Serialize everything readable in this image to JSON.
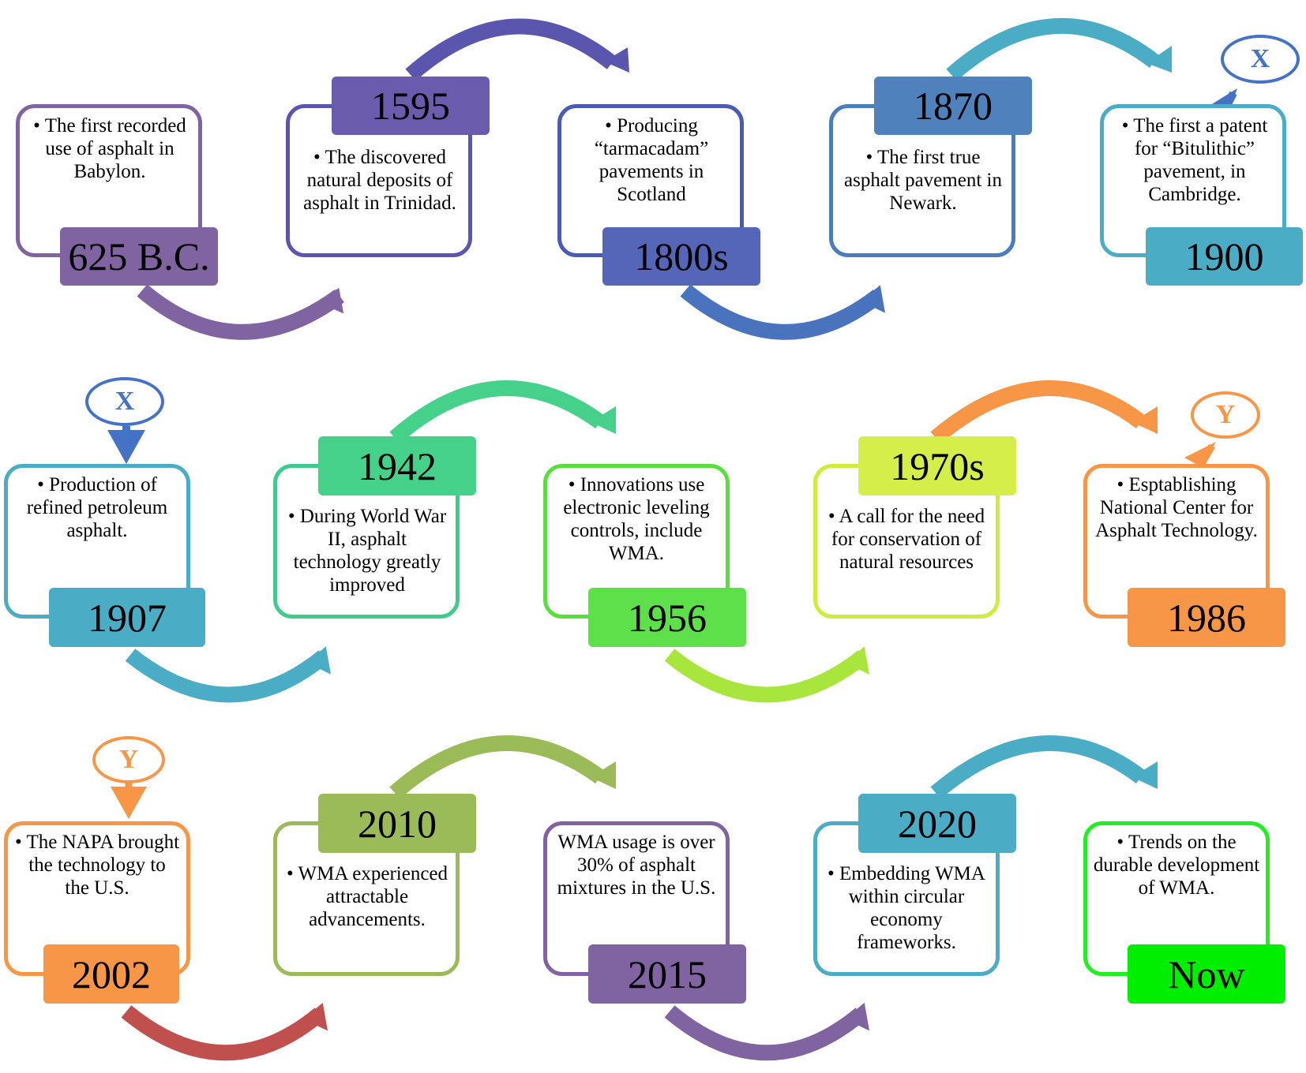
{
  "diagram": {
    "type": "timeline",
    "title": "",
    "events": [
      {
        "year": "625 B.C.",
        "text": "• The first recorded use of asphalt in Babylon.",
        "color": "#8064a2"
      },
      {
        "year": "1595",
        "text": "• The discovered natural deposits of asphalt in Trinidad.",
        "color": "#6a5bad"
      },
      {
        "year": "1800s",
        "text": "• Producing “tarmacadam” pavements in Scotland",
        "color": "#5566b8"
      },
      {
        "year": "1870",
        "text": "• The first true asphalt pavement in Newark.",
        "color": "#4f81bd"
      },
      {
        "year": "1900",
        "text": "• The first a patent for “Bitulithic” pavement, in Cambridge.",
        "color": "#4bacc6"
      },
      {
        "year": "1907",
        "text": "• Production of refined petroleum asphalt.",
        "color": "#4bacc6"
      },
      {
        "year": "1942",
        "text": "• During World War II, asphalt technology greatly improved",
        "color": "#45d18a"
      },
      {
        "year": "1956",
        "text": "• Innovations use electronic leveling controls, include WMA.",
        "color": "#5ee04a"
      },
      {
        "year": "1970s",
        "text": "• A call for the need for conservation of natural resources",
        "color": "#d6ee4a"
      },
      {
        "year": "1986",
        "text": "• Esptablishing National Center for Asphalt Technology.",
        "color": "#f79646"
      },
      {
        "year": "2002",
        "text": "• The NAPA brought the technology to the U.S.",
        "color": "#f79646"
      },
      {
        "year": "2010",
        "text": "• WMA experienced attractable advancements.",
        "color": "#9bbb59"
      },
      {
        "year": "2015",
        "text": "WMA usage is over 30% of asphalt mixtures in the U.S.",
        "color": "#8064a2"
      },
      {
        "year": "2020",
        "text": "• Embedding WMA within circular economy frameworks.",
        "color": "#4bacc6"
      },
      {
        "year": "Now",
        "text": "• Trends on the durable development of WMA.",
        "color": "#00ee00"
      }
    ],
    "connectors": [
      {
        "label": "X",
        "from": "1900",
        "to": "1907",
        "color": "#4472c4"
      },
      {
        "label": "Y",
        "from": "1986",
        "to": "2002",
        "color": "#f79646"
      }
    ]
  }
}
